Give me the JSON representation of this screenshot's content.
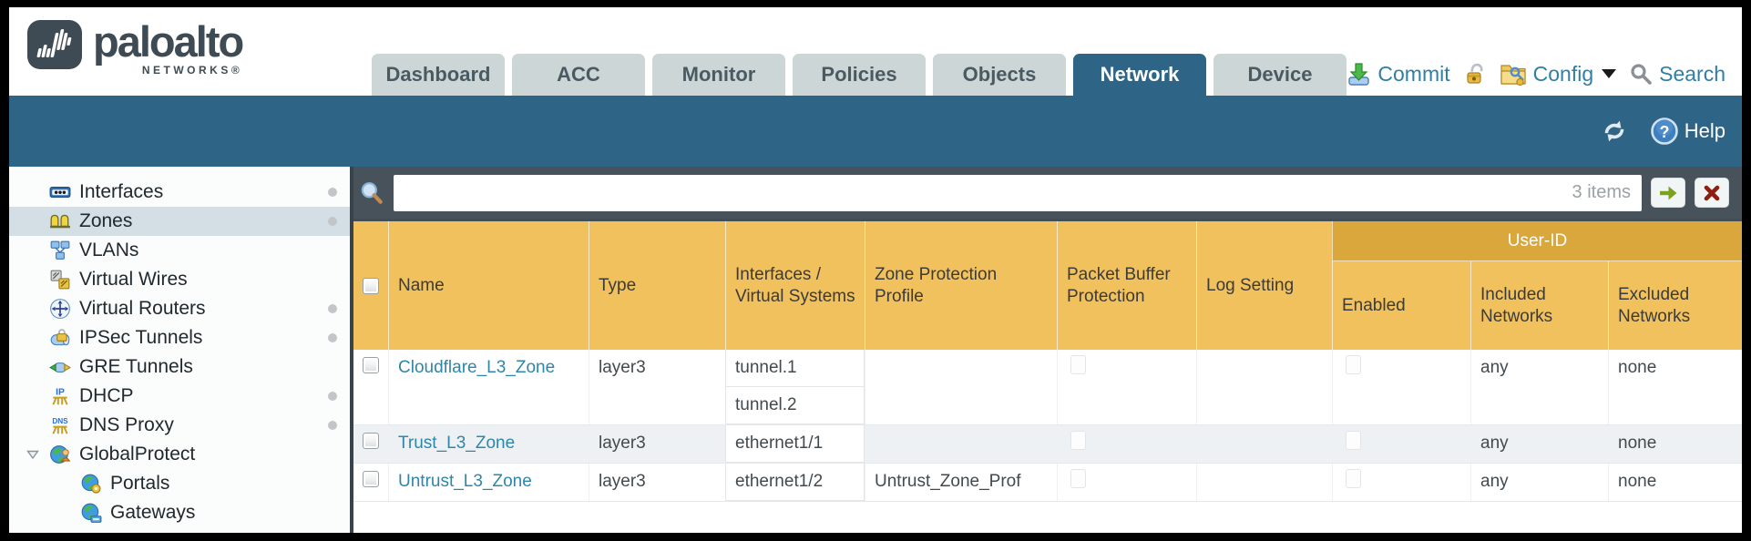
{
  "brand": {
    "name": "paloalto",
    "subtitle": "NETWORKS®"
  },
  "tabs": [
    {
      "label": "Dashboard",
      "active": false
    },
    {
      "label": "ACC",
      "active": false
    },
    {
      "label": "Monitor",
      "active": false
    },
    {
      "label": "Policies",
      "active": false
    },
    {
      "label": "Objects",
      "active": false
    },
    {
      "label": "Network",
      "active": true
    },
    {
      "label": "Device",
      "active": false
    }
  ],
  "actions": {
    "commit": "Commit",
    "config": "Config",
    "search": "Search"
  },
  "bluebar": {
    "help_label": "Help"
  },
  "sidebar": {
    "items": [
      {
        "label": "Interfaces",
        "icon": "interfaces-icon",
        "dot": true,
        "selected": false,
        "indent": 0
      },
      {
        "label": "Zones",
        "icon": "zones-icon",
        "dot": true,
        "selected": true,
        "indent": 0
      },
      {
        "label": "VLANs",
        "icon": "vlans-icon",
        "dot": false,
        "selected": false,
        "indent": 0
      },
      {
        "label": "Virtual Wires",
        "icon": "virtual-wires-icon",
        "dot": false,
        "selected": false,
        "indent": 0
      },
      {
        "label": "Virtual Routers",
        "icon": "virtual-routers-icon",
        "dot": true,
        "selected": false,
        "indent": 0
      },
      {
        "label": "IPSec Tunnels",
        "icon": "ipsec-tunnels-icon",
        "dot": true,
        "selected": false,
        "indent": 0
      },
      {
        "label": "GRE Tunnels",
        "icon": "gre-tunnels-icon",
        "dot": false,
        "selected": false,
        "indent": 0
      },
      {
        "label": "DHCP",
        "icon": "dhcp-icon",
        "dot": true,
        "selected": false,
        "indent": 0
      },
      {
        "label": "DNS Proxy",
        "icon": "dns-proxy-icon",
        "dot": true,
        "selected": false,
        "indent": 0
      },
      {
        "label": "GlobalProtect",
        "icon": "globalprotect-icon",
        "dot": false,
        "selected": false,
        "indent": 0,
        "expanded": true
      },
      {
        "label": "Portals",
        "icon": "portals-icon",
        "dot": false,
        "selected": false,
        "indent": 1
      },
      {
        "label": "Gateways",
        "icon": "gateways-icon",
        "dot": false,
        "selected": false,
        "indent": 1
      }
    ]
  },
  "filter": {
    "items_count": "3 items"
  },
  "table": {
    "group_header": "User-ID",
    "columns": [
      "Name",
      "Type",
      "Interfaces / Virtual Systems",
      "Zone Protection Profile",
      "Packet Buffer Protection",
      "Log Setting",
      "Enabled",
      "Included Networks",
      "Excluded Networks"
    ],
    "rows": [
      {
        "name": "Cloudflare_L3_Zone",
        "type": "layer3",
        "interfaces": [
          "tunnel.1",
          "tunnel.2"
        ],
        "zone_protection_profile": "",
        "packet_buffer_protection": false,
        "log_setting": "",
        "user_id_enabled": false,
        "included_networks": "any",
        "excluded_networks": "none",
        "highlighted": false
      },
      {
        "name": "Trust_L3_Zone",
        "type": "layer3",
        "interfaces": [
          "ethernet1/1"
        ],
        "zone_protection_profile": "",
        "packet_buffer_protection": false,
        "log_setting": "",
        "user_id_enabled": false,
        "included_networks": "any",
        "excluded_networks": "none",
        "highlighted": true
      },
      {
        "name": "Untrust_L3_Zone",
        "type": "layer3",
        "interfaces": [
          "ethernet1/2"
        ],
        "zone_protection_profile": "Untrust_Zone_Prof",
        "packet_buffer_protection": false,
        "log_setting": "",
        "user_id_enabled": false,
        "included_networks": "any",
        "excluded_networks": "none",
        "highlighted": false
      }
    ]
  },
  "colors": {
    "active_tab_blue": "#2e6586",
    "header_amber": "#f0c15d",
    "user_id_band_amber": "#d9a73c",
    "link_blue": "#2e86ab",
    "filter_band_gray": "#47525a"
  }
}
